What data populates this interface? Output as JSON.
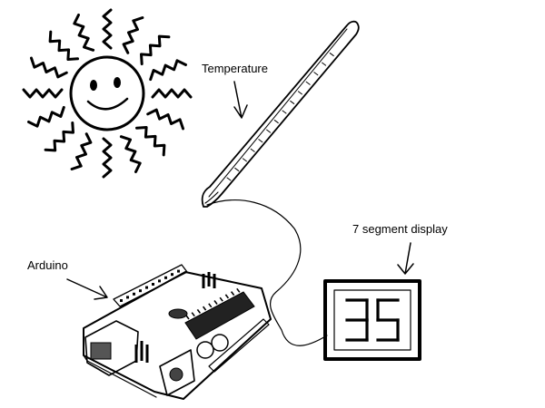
{
  "labels": {
    "temperature": "Temperature",
    "arduino": "Arduino",
    "display_label": "7 segment display"
  },
  "display": {
    "value": "35"
  },
  "colors": {
    "ink": "#000000",
    "background": "#ffffff"
  }
}
